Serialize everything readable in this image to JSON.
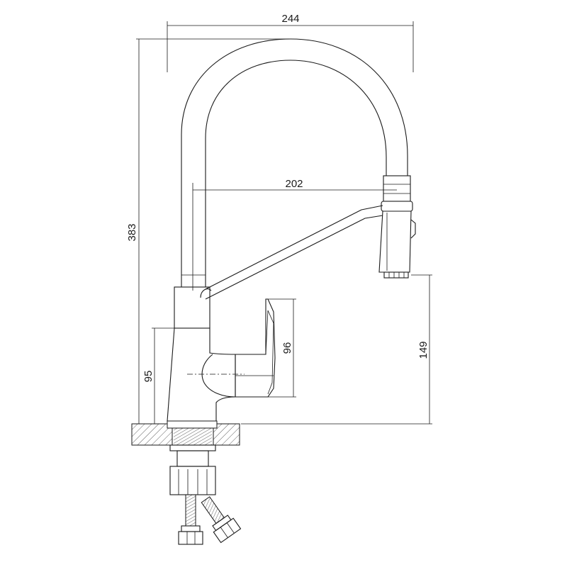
{
  "dimensions": {
    "overall_width": "244",
    "overall_height": "383",
    "spout_reach": "202",
    "handle_height": "96",
    "body_height": "95",
    "outlet_height": "149"
  }
}
